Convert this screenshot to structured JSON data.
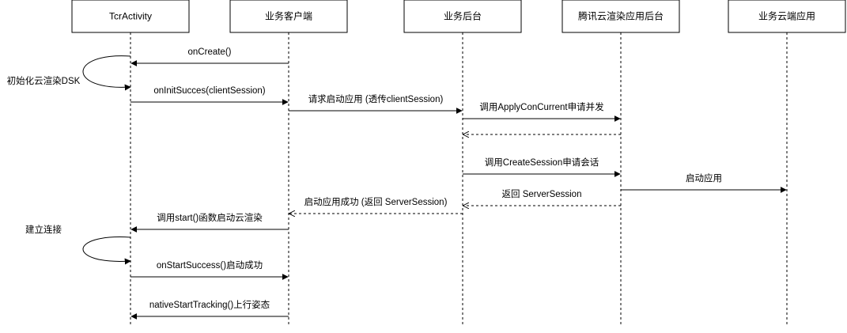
{
  "actors": [
    {
      "id": "tcr",
      "label": "TcrActivity"
    },
    {
      "id": "client",
      "label": "业务客户端"
    },
    {
      "id": "backend",
      "label": "业务后台"
    },
    {
      "id": "tencent",
      "label": "腾讯云渲染应用后台"
    },
    {
      "id": "cloudapp",
      "label": "业务云端应用"
    }
  ],
  "messages": [
    {
      "from": "client",
      "to": "tcr",
      "label": "onCreate()",
      "style": "solid",
      "arrow": "filled"
    },
    {
      "from": "tcr",
      "to": "tcr",
      "label": "初始化云渲染DSK",
      "style": "self",
      "arrow": "filled"
    },
    {
      "from": "tcr",
      "to": "client",
      "label": "onInitSucces(clientSession)",
      "style": "solid",
      "arrow": "filled"
    },
    {
      "from": "client",
      "to": "backend",
      "label": "请求启动应用 (透传clientSession)",
      "style": "solid",
      "arrow": "filled"
    },
    {
      "from": "backend",
      "to": "tencent",
      "label": "调用ApplyConCurrent申请并发",
      "style": "solid",
      "arrow": "filled"
    },
    {
      "from": "tencent",
      "to": "backend",
      "label": "",
      "style": "dashed",
      "arrow": "open"
    },
    {
      "from": "backend",
      "to": "tencent",
      "label": "调用CreateSession申请会话",
      "style": "solid",
      "arrow": "filled"
    },
    {
      "from": "tencent",
      "to": "cloudapp",
      "label": "启动应用",
      "style": "solid",
      "arrow": "filled"
    },
    {
      "from": "tencent",
      "to": "backend",
      "label": "返回 ServerSession",
      "style": "dashed",
      "arrow": "open"
    },
    {
      "from": "backend",
      "to": "client",
      "label": "启动应用成功 (返回 ServerSession)",
      "style": "dashed",
      "arrow": "open"
    },
    {
      "from": "client",
      "to": "tcr",
      "label": "调用start()函数启动云渲染",
      "style": "solid",
      "arrow": "filled"
    },
    {
      "from": "tcr",
      "to": "tcr",
      "label": "建立连接",
      "style": "self",
      "arrow": "filled"
    },
    {
      "from": "tcr",
      "to": "client",
      "label": "onStartSuccess()启动成功",
      "style": "solid",
      "arrow": "filled"
    },
    {
      "from": "client",
      "to": "tcr",
      "label": "nativeStartTracking()上行姿态",
      "style": "solid",
      "arrow": "filled"
    }
  ]
}
